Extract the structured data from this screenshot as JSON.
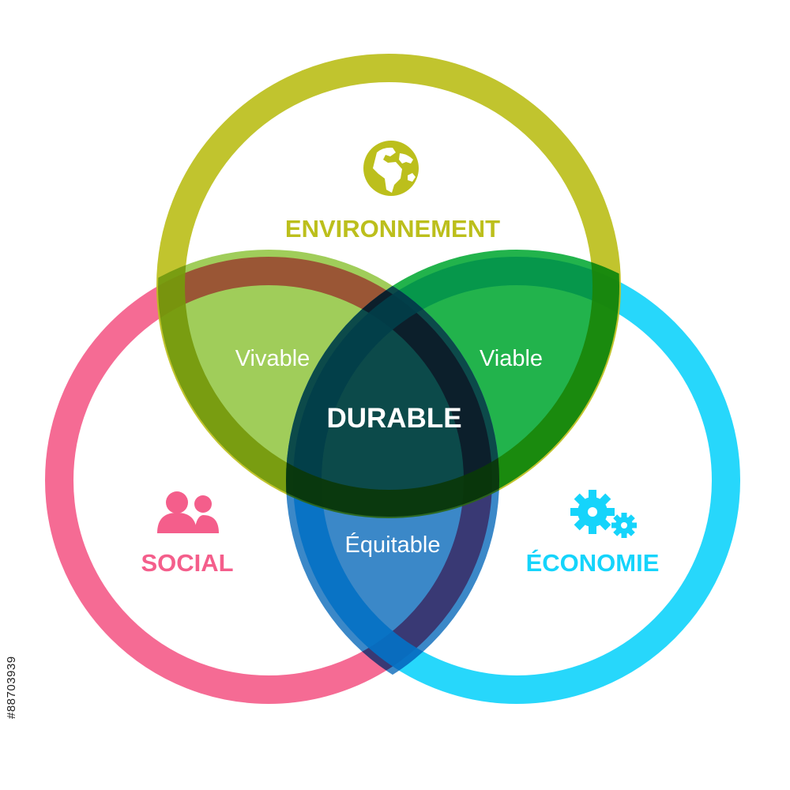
{
  "colors": {
    "environnement": "#bcbf1c",
    "social": "#f45e8b",
    "economie": "#15d4fb",
    "vivable": "#a0cd5a",
    "viable": "#22b34c",
    "durable": "#0c4a4a",
    "equitable": "#3b88c8",
    "label_text": "#ffffff"
  },
  "icons": {
    "environnement": "globe-icon",
    "social": "people-icon",
    "economie": "gears-icon"
  },
  "circles": {
    "environnement": "ENVIRONNEMENT",
    "social": "SOCIAL",
    "economie": "ÉCONOMIE"
  },
  "intersections": {
    "vivable": "Vivable",
    "viable": "Viable",
    "equitable": "Équitable",
    "durable": "DURABLE"
  },
  "stock_id": "#88703939"
}
